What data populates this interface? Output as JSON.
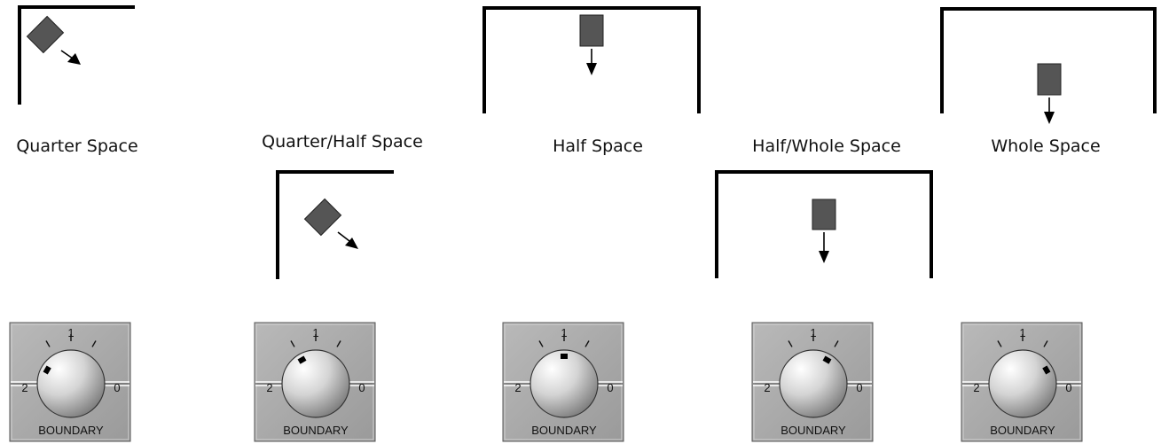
{
  "colors": {
    "wall": "#000000",
    "speaker": "#555555",
    "speaker_outline": "#222222",
    "panel": "#a9a9a9",
    "panel_dark": "#8a8a8a",
    "knob_light": "#f8f8f8",
    "knob_dark": "#777777"
  },
  "positions": [
    {
      "label": "Quarter Space",
      "speaker_icon": "speaker-icon",
      "arrow_icon": "arrow-icon",
      "control": {
        "title": "BOUNDARY",
        "marks": [
          "2",
          "1",
          "0"
        ],
        "setting": 2
      }
    },
    {
      "label": "Quarter/Half Space",
      "speaker_icon": "speaker-icon",
      "arrow_icon": "arrow-icon",
      "control": {
        "title": "BOUNDARY",
        "marks": [
          "2",
          "1",
          "0"
        ],
        "setting": 1.5
      }
    },
    {
      "label": "Half Space",
      "speaker_icon": "speaker-icon",
      "arrow_icon": "arrow-icon",
      "control": {
        "title": "BOUNDARY",
        "marks": [
          "2",
          "1",
          "0"
        ],
        "setting": 1
      }
    },
    {
      "label": "Half/Whole Space",
      "speaker_icon": "speaker-icon",
      "arrow_icon": "arrow-icon",
      "control": {
        "title": "BOUNDARY",
        "marks": [
          "2",
          "1",
          "0"
        ],
        "setting": 0.5
      }
    },
    {
      "label": "Whole Space",
      "speaker_icon": "speaker-icon",
      "arrow_icon": "arrow-icon",
      "control": {
        "title": "BOUNDARY",
        "marks": [
          "2",
          "1",
          "0"
        ],
        "setting": 0
      }
    }
  ]
}
